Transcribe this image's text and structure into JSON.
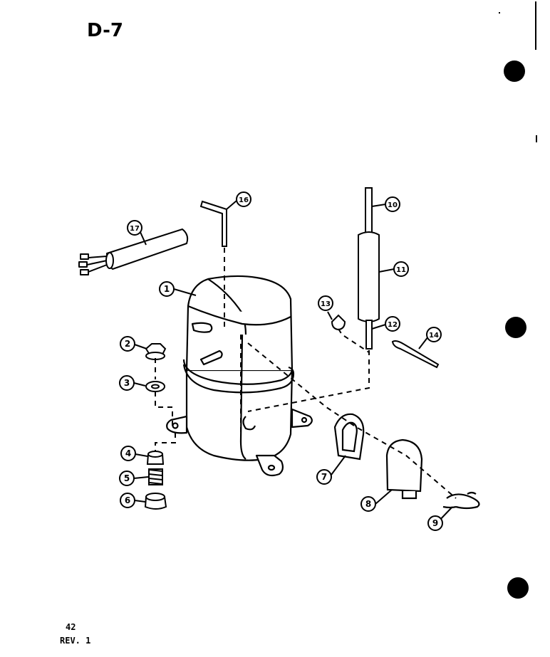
{
  "page_code": "D-7",
  "page_number": "42",
  "revision": "REV. 1",
  "callouts": [
    {
      "id": "c1",
      "label": "1"
    },
    {
      "id": "c2",
      "label": "2"
    },
    {
      "id": "c3",
      "label": "3"
    },
    {
      "id": "c4",
      "label": "4"
    },
    {
      "id": "c5",
      "label": "5"
    },
    {
      "id": "c6",
      "label": "6"
    },
    {
      "id": "c7",
      "label": "7"
    },
    {
      "id": "c8",
      "label": "8"
    },
    {
      "id": "c9",
      "label": "9"
    },
    {
      "id": "c10",
      "label": "10"
    },
    {
      "id": "c11",
      "label": "11"
    },
    {
      "id": "c12",
      "label": "12"
    },
    {
      "id": "c13",
      "label": "13"
    },
    {
      "id": "c14",
      "label": "14"
    },
    {
      "id": "c16",
      "label": "16"
    },
    {
      "id": "c17",
      "label": "17"
    }
  ]
}
